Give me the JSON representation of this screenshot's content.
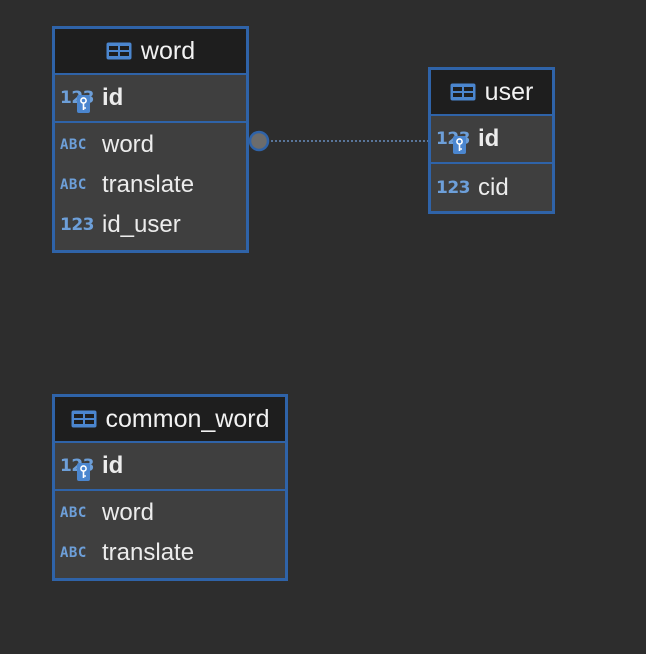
{
  "entities": {
    "word": {
      "title": "word",
      "pk": {
        "type": "123",
        "name": "id"
      },
      "attributes": [
        {
          "type": "ABC",
          "name": "word"
        },
        {
          "type": "ABC",
          "name": "translate"
        },
        {
          "type": "123",
          "name": "id_user"
        }
      ]
    },
    "user": {
      "title": "user",
      "pk": {
        "type": "123",
        "name": "id"
      },
      "attributes": [
        {
          "type": "123",
          "name": "cid"
        }
      ]
    },
    "common_word": {
      "title": "common_word",
      "pk": {
        "type": "123",
        "name": "id"
      },
      "attributes": [
        {
          "type": "ABC",
          "name": "word"
        },
        {
          "type": "ABC",
          "name": "translate"
        }
      ]
    }
  },
  "relationships": [
    {
      "from": "word",
      "to": "user",
      "style": "dotted"
    }
  ],
  "icons": {
    "table": "table-icon",
    "key": "key-icon"
  },
  "colors": {
    "border": "#2f63a8",
    "header_bg": "#1e1e1e",
    "body_bg": "#3f3f3f",
    "canvas_bg": "#2d2d2d",
    "type_text": "#6d9fd9"
  }
}
